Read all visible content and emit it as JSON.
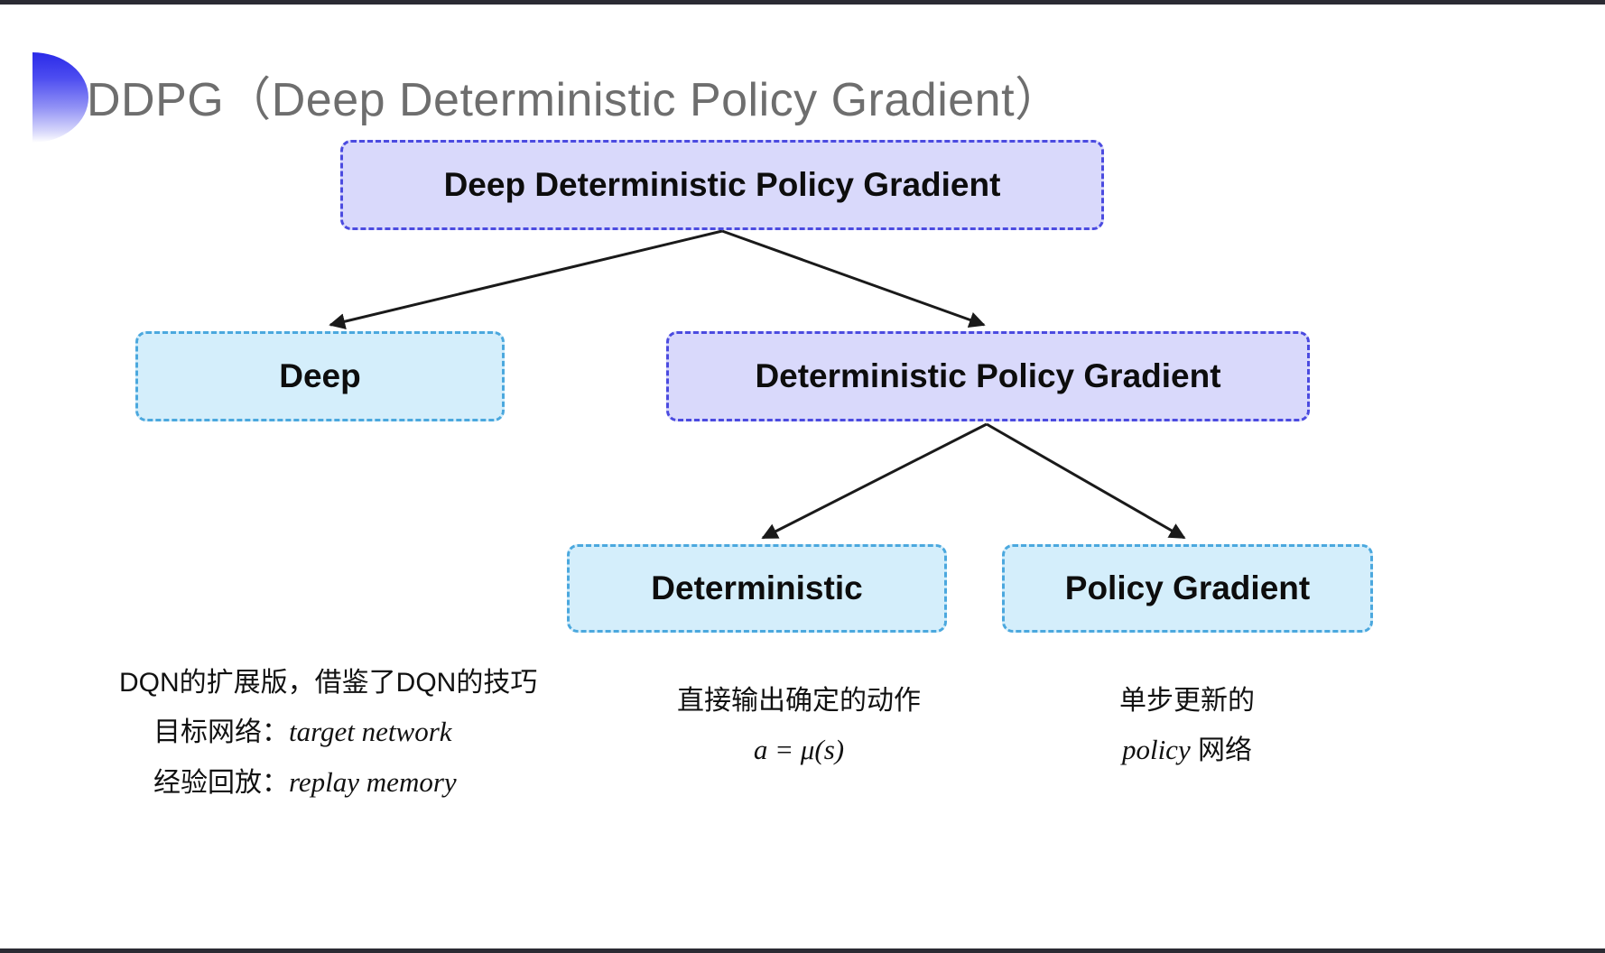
{
  "slide": {
    "title": "DDPG（Deep Deterministic Policy Gradient）",
    "bullet_icon": "gradient-half-circle-icon",
    "title_color": "#6e6e6e"
  },
  "colors": {
    "purple_fill": "#d9d9fb",
    "purple_border": "#4b4be0",
    "cyan_fill": "#d4eefb",
    "cyan_border": "#4ba8de",
    "arrow": "#1a1a1a",
    "text": "#0d0d0d"
  },
  "diagram": {
    "nodes": [
      {
        "id": "root",
        "label": "Deep Deterministic Policy Gradient",
        "style": "purple"
      },
      {
        "id": "deep",
        "label": "Deep",
        "style": "cyan"
      },
      {
        "id": "dpg",
        "label": "Deterministic Policy Gradient",
        "style": "purple"
      },
      {
        "id": "det",
        "label": "Deterministic",
        "style": "cyan"
      },
      {
        "id": "pg",
        "label": "Policy Gradient",
        "style": "cyan"
      }
    ],
    "edges": [
      {
        "from": "root",
        "to": "deep"
      },
      {
        "from": "root",
        "to": "dpg"
      },
      {
        "from": "dpg",
        "to": "det"
      },
      {
        "from": "dpg",
        "to": "pg"
      }
    ]
  },
  "annotations": {
    "deep": {
      "line1": "DQN的扩展版，借鉴了DQN的技巧",
      "line2_label": "目标网络：",
      "line2_term": "target network",
      "line3_label": "经验回放：",
      "line3_term": "replay memory"
    },
    "deterministic": {
      "line1": "直接输出确定的动作",
      "formula": "a = μ(s)"
    },
    "policy_gradient": {
      "line1": "单步更新的",
      "line2_term": "policy",
      "line2_label": " 网络"
    }
  }
}
